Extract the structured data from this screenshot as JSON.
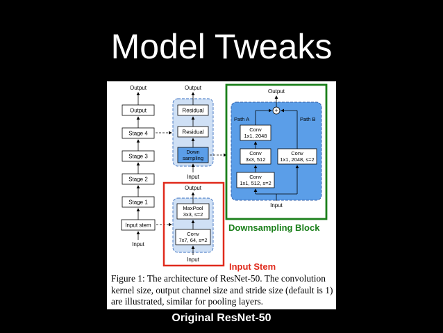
{
  "slide": {
    "title": "Model Tweaks",
    "bottom_caption": "Original ResNet-50"
  },
  "figure": {
    "caption_lines": [
      "Figure 1: The architecture of ResNet-50. The convolution",
      "kernel size, output channel size and stride size (default is 1)",
      "are illustrated, similar for pooling layers."
    ],
    "main_column": {
      "output": "Output",
      "boxes": [
        "Output",
        "Stage 4",
        "Stage 3",
        "Stage 2",
        "Stage 1",
        "Input stem"
      ],
      "input": "Input"
    },
    "stage_column": {
      "output": "Output",
      "boxes": [
        "Residual",
        "Residual",
        "Down sampling"
      ],
      "input": "Input"
    },
    "stem_column": {
      "output": "Output",
      "maxpool": [
        "MaxPool",
        "3x3, s=2"
      ],
      "conv": [
        "Conv",
        "7x7, 64, s=2"
      ],
      "input": "Input"
    },
    "downsampling": {
      "output": "Output",
      "plus": "+",
      "path_a": "Path A",
      "path_b": "Path B",
      "conv_a1": [
        "Conv",
        "1x1, 2048"
      ],
      "conv_a2": [
        "Conv",
        "3x3, 512"
      ],
      "conv_a3": [
        "Conv",
        "1x1, 512, s=2"
      ],
      "conv_b": [
        "Conv",
        "1x1, 2048, s=2"
      ],
      "input": "Input"
    }
  },
  "annotations": {
    "downsampling_label": "Downsampling Block",
    "input_stem_label": "Input Stem",
    "green": "#1a7f1a",
    "red": "#e02a1c"
  }
}
